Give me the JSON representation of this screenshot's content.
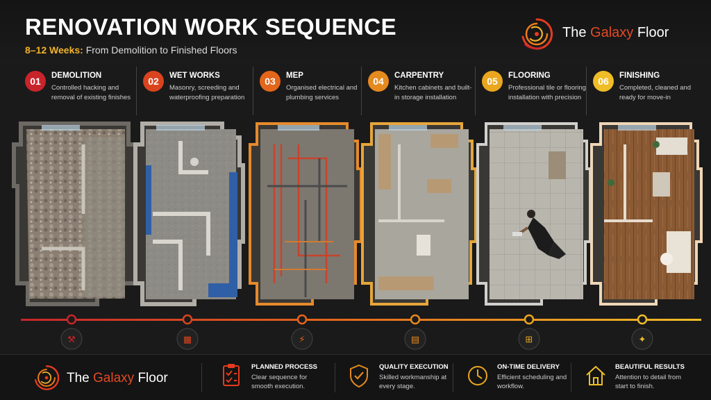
{
  "header": {
    "title": "RENOVATION WORK SEQUENCE",
    "subtitle_highlight": "8–12 Weeks:",
    "subtitle_rest": " From Demolition to Finished Floors"
  },
  "brand": {
    "prefix": "The ",
    "accent": "Galaxy",
    "suffix": " Floor"
  },
  "steps": [
    {
      "num": "01",
      "title": "DEMOLITION",
      "desc": "Controlled hacking and removal of existing finishes",
      "color": "#c8242b"
    },
    {
      "num": "02",
      "title": "WET WORKS",
      "desc": "Masonry, screeding and waterproofing preparation",
      "color": "#d9441f"
    },
    {
      "num": "03",
      "title": "MEP",
      "desc": "Organised electrical and plumbing services",
      "color": "#e3661b"
    },
    {
      "num": "04",
      "title": "CARPENTRY",
      "desc": "Kitchen cabinets and built-in storage installation",
      "color": "#e58a1e"
    },
    {
      "num": "05",
      "title": "FLOORING",
      "desc": "Professional tile or flooring installation with precision",
      "color": "#eaa61f"
    },
    {
      "num": "06",
      "title": "FINISHING",
      "desc": "Completed, cleaned and ready for move-in",
      "color": "#efbd27"
    }
  ],
  "timeline_icons": [
    "hammer-icon",
    "brick-icon",
    "bolt-drop-icon",
    "cabinet-icon",
    "tile-icon",
    "sparkle-icon"
  ],
  "features": [
    {
      "title": "PLANNED PROCESS",
      "desc": "Clear sequence for smooth execution.",
      "icon": "checklist-icon"
    },
    {
      "title": "QUALITY EXECUTION",
      "desc": "Skilled workmanship at every stage.",
      "icon": "shield-check-icon"
    },
    {
      "title": "ON-TIME DELIVERY",
      "desc": "Efficient scheduling and workflow.",
      "icon": "clock-icon"
    },
    {
      "title": "BEAUTIFUL RESULTS",
      "desc": "Attention to detail from start to finish.",
      "icon": "home-icon"
    }
  ],
  "colors": {
    "accent_red": "#c8242b",
    "accent_orange": "#e3661b",
    "accent_yellow": "#efbd27",
    "background": "#1a1a1a"
  }
}
